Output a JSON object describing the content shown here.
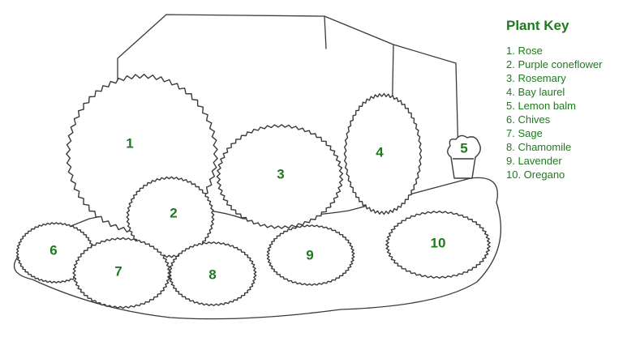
{
  "key": {
    "title": "Plant Key",
    "items": [
      "1. Rose",
      "2. Purple coneflower",
      "3. Rosemary",
      "4. Bay laurel",
      "5. Lemon balm",
      "6. Chives",
      "7. Sage",
      "8. Chamomile",
      "9. Lavender",
      "10. Oregano"
    ]
  },
  "plants": [
    {
      "id": 1,
      "label": "1"
    },
    {
      "id": 2,
      "label": "2"
    },
    {
      "id": 3,
      "label": "3"
    },
    {
      "id": 4,
      "label": "4"
    },
    {
      "id": 5,
      "label": "5"
    },
    {
      "id": 6,
      "label": "6"
    },
    {
      "id": 7,
      "label": "7"
    },
    {
      "id": 8,
      "label": "8"
    },
    {
      "id": 9,
      "label": "9"
    },
    {
      "id": 10,
      "label": "10"
    }
  ],
  "colors": {
    "label_green": "#1f7a1f",
    "ink": "#3a3a3a"
  }
}
